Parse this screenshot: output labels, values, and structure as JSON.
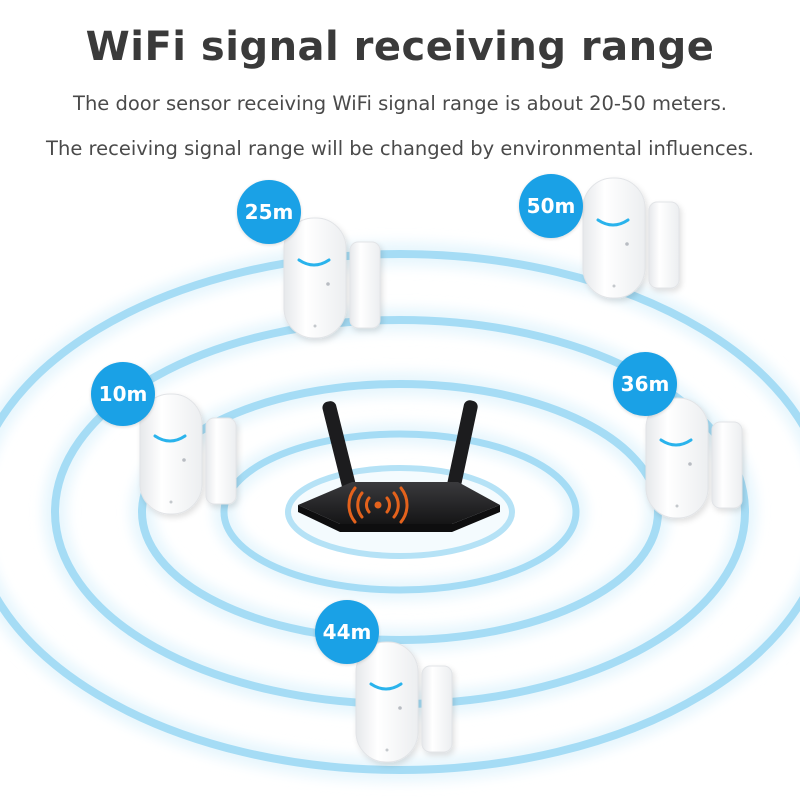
{
  "header": {
    "title": "WiFi signal receiving range",
    "line1": "The door sensor receiving WiFi signal range is about 20-50 meters.",
    "line2": "The receiving signal range will be changed by environmental influences."
  },
  "sensors": [
    {
      "id": "25",
      "label": "25m"
    },
    {
      "id": "50",
      "label": "50m"
    },
    {
      "id": "10",
      "label": "10m"
    },
    {
      "id": "36",
      "label": "36m"
    },
    {
      "id": "44",
      "label": "44m"
    }
  ],
  "colors": {
    "ring": "#a5dcf5",
    "ring_glow": "#e7f6fd",
    "badge": "#1aa1e6",
    "router": "#1c1c1e",
    "router_signal": "#e4621c"
  }
}
